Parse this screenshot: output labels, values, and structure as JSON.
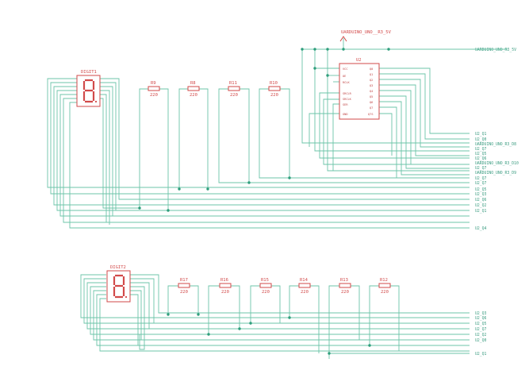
{
  "digits": {
    "digit1": {
      "label": "DIGIT1"
    },
    "digit2": {
      "label": "DIGIT2"
    }
  },
  "resistors_top": [
    {
      "ref": "R9",
      "value": "220"
    },
    {
      "ref": "R8",
      "value": "220"
    },
    {
      "ref": "R11",
      "value": "220"
    },
    {
      "ref": "R10",
      "value": "220"
    }
  ],
  "resistors_bottom": [
    {
      "ref": "R17",
      "value": "220"
    },
    {
      "ref": "R16",
      "value": "220"
    },
    {
      "ref": "R15",
      "value": "220"
    },
    {
      "ref": "R14",
      "value": "220"
    },
    {
      "ref": "R13",
      "value": "220"
    },
    {
      "ref": "R12",
      "value": "220"
    }
  ],
  "ic": {
    "ref": "U2",
    "left_pins": [
      "VCC",
      "OE",
      "RCLK",
      "SRCLR",
      "SRCLK",
      "SER",
      "GND"
    ],
    "right_pins": [
      "Q0",
      "Q1",
      "Q2",
      "Q3",
      "Q4",
      "Q5",
      "Q6",
      "Q7",
      "Q7S"
    ]
  },
  "power": {
    "label": "UARDUINO_UNO__R3_5V"
  },
  "top_net_labels": [
    "UARDUINO_UNO_R3_5V"
  ],
  "right_net_labels": [
    "U2_Q1",
    "U2_Q0",
    "UARDUINO_UNO_R3_D8",
    "U2_Q7",
    "U2_Q5",
    "U2_Q6",
    "UARDUINO_UNO_R3_D10",
    "U2_Q7",
    "UARDUINO_UNO_R3_D9",
    "U2_Q7",
    "U2_Q7",
    "U2_Q5",
    "U2_Q3",
    "U2_Q6",
    "U2_Q2",
    "U2_Q1",
    "U2_Q4"
  ],
  "bottom_net_labels": [
    "U2_Q3",
    "U2_Q6",
    "U2_Q5",
    "U2_Q7",
    "U2_Q2",
    "U2_Q0",
    "U2_Q1"
  ]
}
